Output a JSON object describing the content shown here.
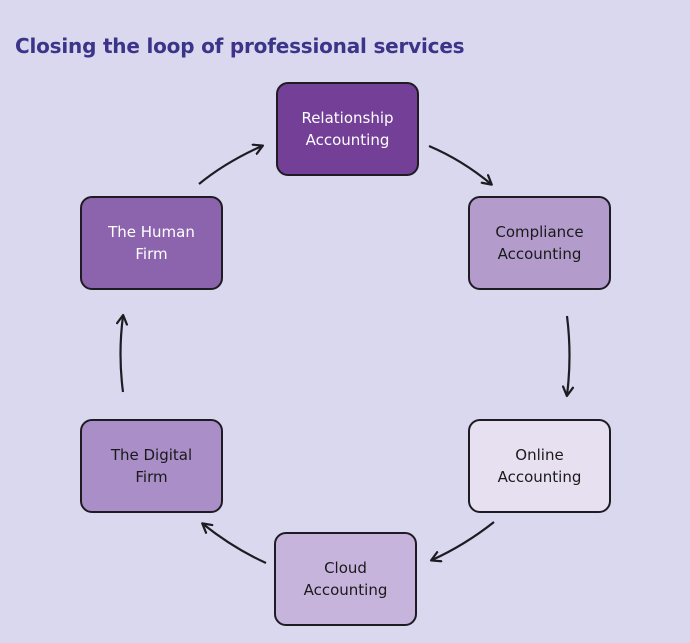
{
  "title": "Closing the loop of professional services",
  "colors": {
    "background": "#d9d8ee",
    "title": "#3b3489",
    "border": "#1f1b22"
  },
  "nodes": [
    {
      "id": "relationship-accounting",
      "label": "Relationship\nAccounting",
      "fill": "#733f97",
      "text_color": "dark"
    },
    {
      "id": "compliance-accounting",
      "label": "Compliance\nAccounting",
      "fill": "#b39bcc",
      "text_color": "light"
    },
    {
      "id": "online-accounting",
      "label": "Online\nAccounting",
      "fill": "#e6e0f1",
      "text_color": "light"
    },
    {
      "id": "cloud-accounting",
      "label": "Cloud\nAccounting",
      "fill": "#c7b4dc",
      "text_color": "light"
    },
    {
      "id": "the-digital-firm",
      "label": "The Digital\nFirm",
      "fill": "#a98ec7",
      "text_color": "light"
    },
    {
      "id": "the-human-firm",
      "label": "The Human\nFirm",
      "fill": "#8c63ad",
      "text_color": "dark"
    }
  ],
  "edges": [
    {
      "from": "relationship-accounting",
      "to": "compliance-accounting"
    },
    {
      "from": "compliance-accounting",
      "to": "online-accounting"
    },
    {
      "from": "online-accounting",
      "to": "cloud-accounting"
    },
    {
      "from": "cloud-accounting",
      "to": "the-digital-firm"
    },
    {
      "from": "the-digital-firm",
      "to": "the-human-firm"
    },
    {
      "from": "the-human-firm",
      "to": "relationship-accounting"
    }
  ]
}
